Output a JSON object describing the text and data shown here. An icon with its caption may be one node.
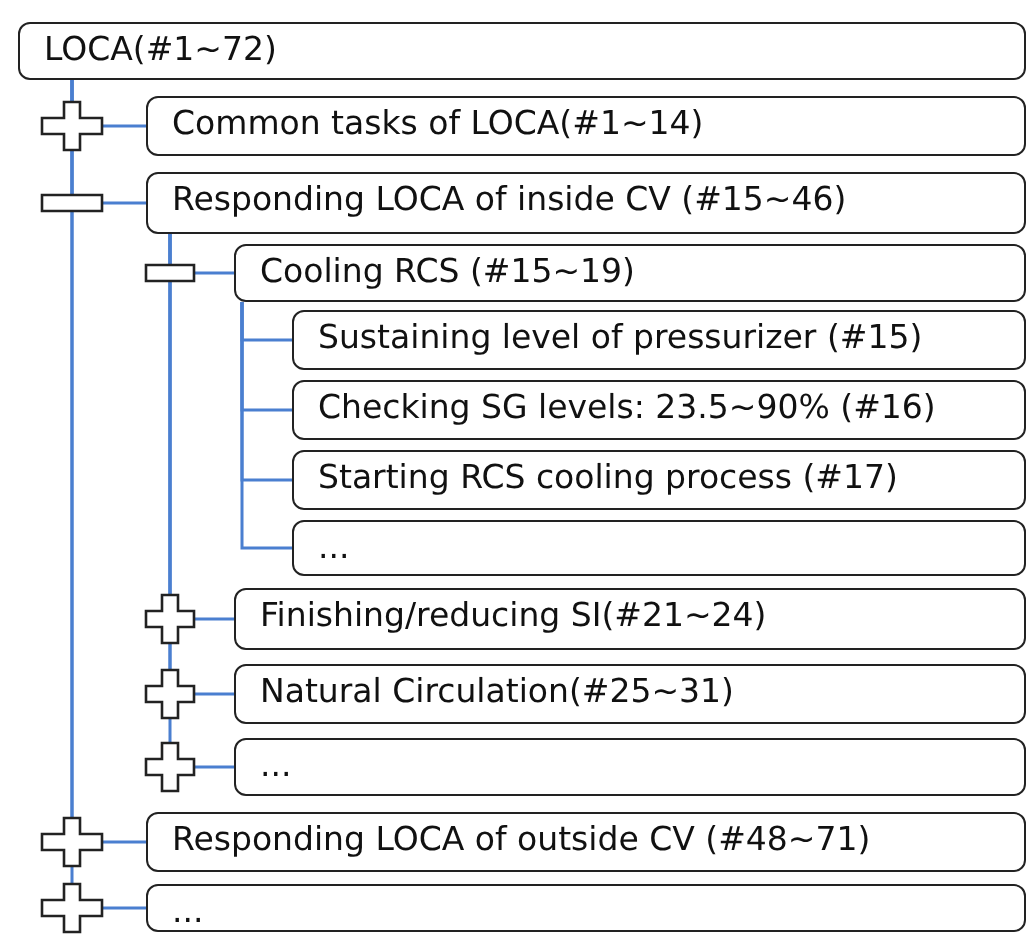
{
  "diagram": {
    "nodes": [
      {
        "text": [
          "LOCA(#1~72)"
        ]
      },
      {
        "text": [
          "Common tasks of LOCA(#1~14)"
        ]
      },
      {
        "text": [
          "Responding LOCA of inside CV (#15~46)"
        ]
      },
      {
        "text": [
          "Cooling RCS (#15~19)"
        ]
      },
      {
        "text": [
          "Sustaining level of pressurizer (#15)"
        ]
      },
      {
        "text": [
          "Checking SG levels: 23.5~90% (#16)"
        ]
      },
      {
        "text": [
          "Starting RCS cooling process (#17)"
        ]
      },
      {
        "text": [
          "..."
        ]
      },
      {
        "text": [
          "Finishing/reducing SI(#21~24)"
        ]
      },
      {
        "text": [
          "Natural Circulation(#25~31)"
        ]
      },
      {
        "text": [
          "..."
        ]
      },
      {
        "text": [
          "Responding LOCA of outside CV (#48~71)"
        ]
      },
      {
        "text": [
          "..."
        ]
      }
    ],
    "edges": [
      {
        "from": 0,
        "to": 1,
        "arrow": "none"
      },
      {
        "from": 0,
        "to": 2,
        "arrow": "none"
      },
      {
        "from": 2,
        "to": 3,
        "arrow": "none"
      },
      {
        "from": 3,
        "to": 4,
        "arrow": "none"
      },
      {
        "from": 3,
        "to": 5,
        "arrow": "none"
      },
      {
        "from": 3,
        "to": 6,
        "arrow": "none"
      },
      {
        "from": 3,
        "to": 7,
        "arrow": "none"
      },
      {
        "from": 2,
        "to": 8,
        "arrow": "none"
      },
      {
        "from": 2,
        "to": 9,
        "arrow": "none"
      },
      {
        "from": 2,
        "to": 10,
        "arrow": "none"
      },
      {
        "from": 0,
        "to": 11,
        "arrow": "none"
      },
      {
        "from": 0,
        "to": 12,
        "arrow": "none"
      }
    ]
  }
}
